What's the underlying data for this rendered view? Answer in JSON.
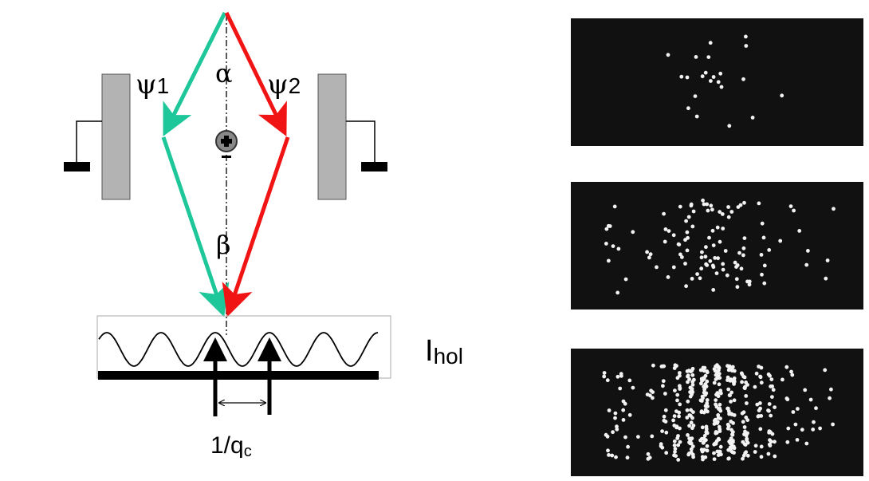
{
  "diagram": {
    "psi1_label": "ψ",
    "psi1_sub": "1",
    "psi2_label": "ψ",
    "psi2_sub": "2",
    "alpha_label": "α",
    "beta_label": "β",
    "intensity_label": "I",
    "intensity_sub": "hol",
    "period_label": "1/q",
    "period_sub": "c",
    "ion_symbol": "+",
    "colors": {
      "wave1": "#1ec79a",
      "wave2": "#f01414",
      "plate": "#b3b3b3"
    }
  },
  "panels": [
    {
      "name": "detector-image-low-count",
      "dot_count": 22
    },
    {
      "name": "detector-image-medium-count",
      "dot_count": 110
    },
    {
      "name": "detector-image-high-count",
      "dot_count": 420
    }
  ]
}
